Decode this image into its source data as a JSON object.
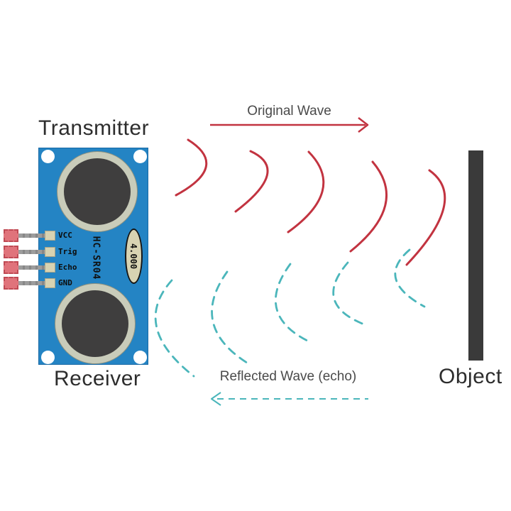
{
  "labels": {
    "transmitter": "Transmitter",
    "receiver": "Receiver",
    "object": "Object",
    "original_wave": "Original Wave",
    "reflected_wave": "Reflected Wave (echo)"
  },
  "sensor": {
    "model": "HC-SR04",
    "display_value": "4.000",
    "pins": [
      {
        "label": "VCC"
      },
      {
        "label": "Trig"
      },
      {
        "label": "Echo"
      },
      {
        "label": "GND"
      }
    ]
  },
  "icons": {
    "original_wave_arrow": "right-arrow-icon",
    "reflected_wave_arrow": "left-arrow-icon"
  },
  "colors": {
    "wave-red": "#c23340",
    "wave-teal": "#4bb6bb",
    "pcb-blue": "#2484c4",
    "transducer-ring": "#c9ccba",
    "transducer-dark": "#3f3e3e",
    "pad-beige": "#d8d3b2",
    "connector-pink": "#e0737b",
    "connector-border": "#bf4a54",
    "pin-gray": "#9c9c9c",
    "object-dark": "#3a3a3a",
    "label-dark": "#2d2d2d",
    "caption-gray": "#4a4a4a"
  }
}
